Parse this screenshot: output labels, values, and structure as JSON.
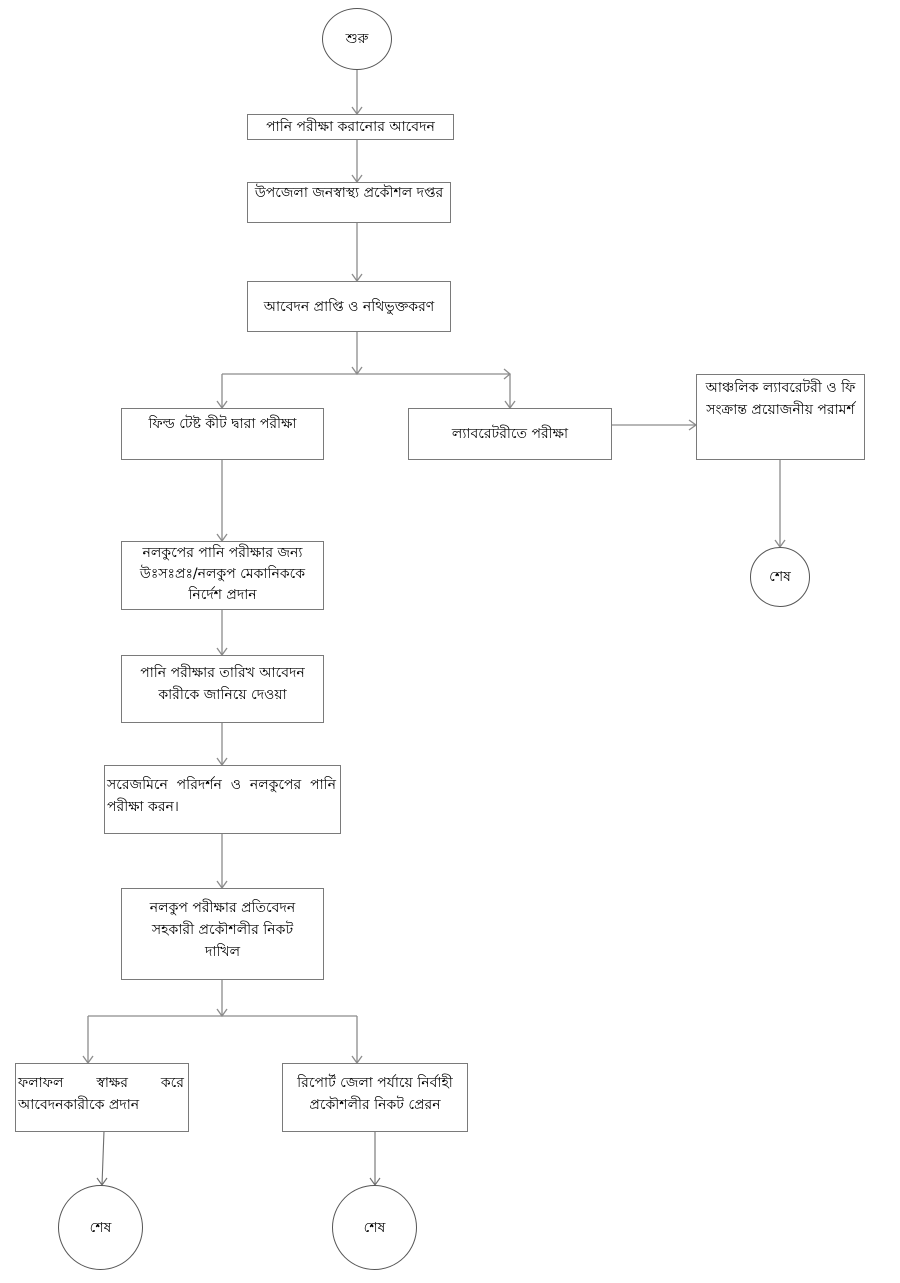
{
  "diagram": {
    "type": "flowchart",
    "line_color": "#8c8c8c",
    "start": {
      "label": "শুরু"
    },
    "nodes": {
      "n1": "পানি পরীক্ষা করানোর আবেদন",
      "n2": "উপজেলা জনস্বাস্থ্য প্রকৌশল দপ্তর",
      "n3": "আবেদন প্রাপ্তি ও নথিভুক্তকরণ",
      "n4": "ফিল্ড টেষ্ট কীট দ্বারা পরীক্ষা",
      "n5": "ল্যাবরেটরীতে পরীক্ষা",
      "n6": "আঞ্চলিক ল্যাবরেটরী ও ফি সংক্রান্ত প্রয়োজনীয় পরামর্শ",
      "n7": "নলকুপের পানি পরীক্ষার জন্য উঃসঃপ্রঃ/নলকুপ মেকানিককে নির্দেশ প্রদান",
      "n8": "পানি পরীক্ষার তারিখ আবেদন কারীকে জানিয়ে দেওয়া",
      "n9": "সরেজমিনে পরিদর্শন ও নলকুপের পানি পরীক্ষা করন।",
      "n10": "নলকুপ পরীক্ষার প্রতিবেদন সহকারী প্রকৌশলীর নিকট দাখিল",
      "n11": "ফলাফল স্বাক্ষর করে আবেদনকারীকে প্রদান",
      "n12": "রিপোর্ট জেলা পর্যায়ে নির্বাহী প্রকৌশলীর নিকট প্রেরন"
    },
    "end_label": "শেষ",
    "edges": [
      [
        "start",
        "n1"
      ],
      [
        "n1",
        "n2"
      ],
      [
        "n2",
        "n3"
      ],
      [
        "n3",
        "n4"
      ],
      [
        "n3",
        "n5"
      ],
      [
        "n5",
        "n6"
      ],
      [
        "n6",
        "end1"
      ],
      [
        "n4",
        "n7"
      ],
      [
        "n7",
        "n8"
      ],
      [
        "n8",
        "n9"
      ],
      [
        "n9",
        "n10"
      ],
      [
        "n10",
        "n11"
      ],
      [
        "n10",
        "n12"
      ],
      [
        "n11",
        "end2"
      ],
      [
        "n12",
        "end3"
      ]
    ]
  }
}
